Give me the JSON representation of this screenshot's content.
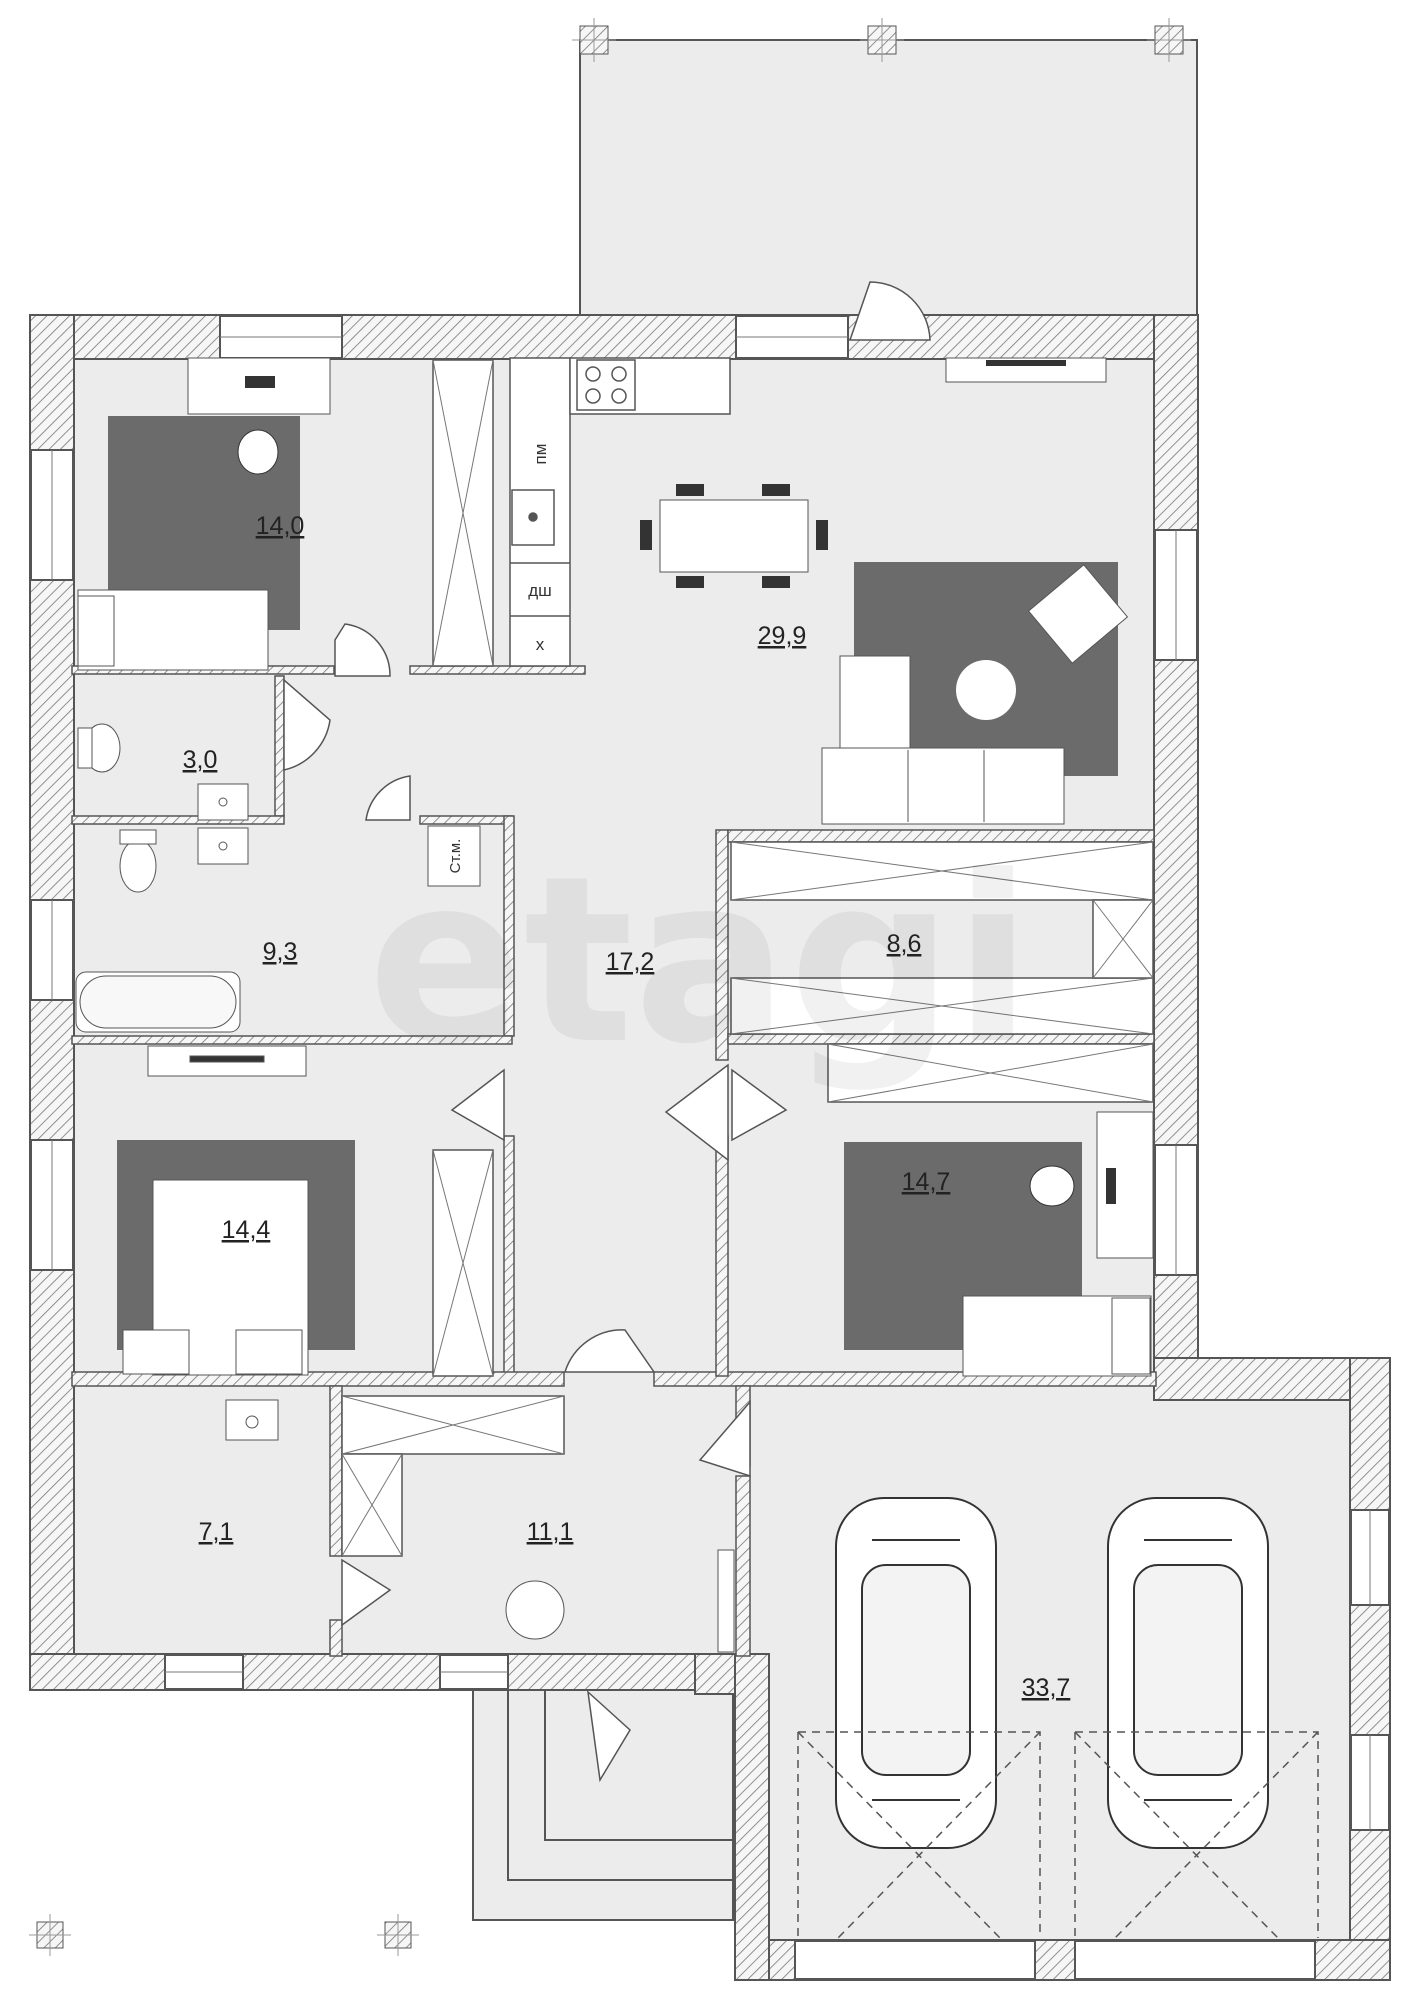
{
  "watermark": "etagi",
  "rooms": {
    "bedroom_nw": "14,0",
    "wc": "3,0",
    "bathroom": "9,3",
    "bedroom_w": "14,4",
    "living_kitchen": "29,9",
    "dressing": "8,6",
    "hall": "17,2",
    "bedroom_e": "14,7",
    "room_sw": "7,1",
    "entry": "11,1",
    "garage": "33,7"
  },
  "labels": {
    "fridge": "х",
    "dishwasher": "дш",
    "washer_kitchen": "пм",
    "washer_bath": "Ст.м."
  },
  "colors": {
    "floor": "#ececec",
    "wall": "#f4f4f4",
    "rug": "#6b6b6b",
    "outline": "#555555"
  }
}
